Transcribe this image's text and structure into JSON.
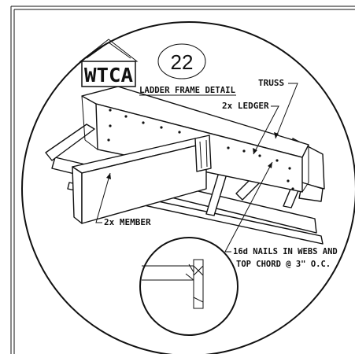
{
  "logo": {
    "text": "WTCA"
  },
  "detail_number": "22",
  "title": "LADDER FRAME DETAIL",
  "callouts": {
    "truss": "TRUSS",
    "ledger": "2x LEDGER",
    "member": "2x MEMBER",
    "nails_line1": "16d NAILS IN WEBS AND",
    "nails_line2": "TOP CHORD @ 3\" O.C."
  },
  "colors": {
    "ink": "#111111",
    "paper": "#ffffff"
  }
}
